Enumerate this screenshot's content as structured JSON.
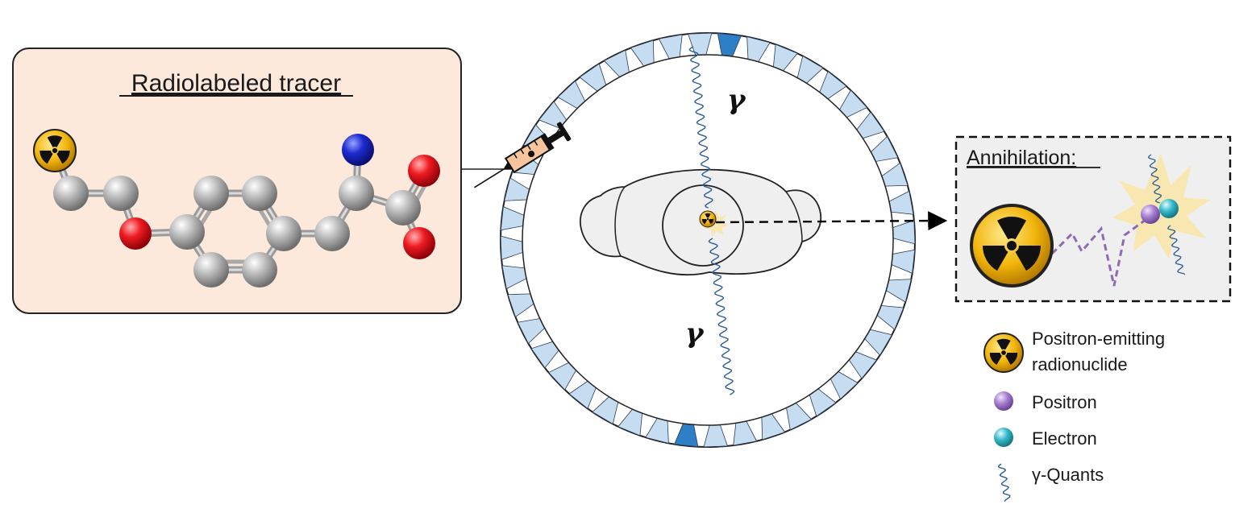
{
  "tracer_box": {
    "title": "Radiolabeled tracer",
    "fill_color": "#fce9dc"
  },
  "scanner": {
    "gamma_top": "γ",
    "gamma_bottom": "γ",
    "detector_color": "#c6dcf0",
    "active_detector_color": "#2f7fc6"
  },
  "annihilation_box": {
    "title": "Annihilation:",
    "fill_color": "#efefef"
  },
  "legend": [
    {
      "icon": "radionuclide-icon",
      "line1": "Positron-emitting",
      "line2": "radionuclide"
    },
    {
      "icon": "positron-icon",
      "line1": "Positron",
      "line2": ""
    },
    {
      "icon": "electron-icon",
      "line1": "Electron",
      "line2": ""
    },
    {
      "icon": "gamma-wave-icon",
      "line1": "γ-Quants",
      "line2": ""
    }
  ],
  "colors": {
    "carbon": "#9e9e9e",
    "oxygen": "#e8101a",
    "nitrogen": "#1c25c8",
    "positron": "#a67fd0",
    "electron": "#35b8c8",
    "gamma_wave": "#2c5d96",
    "burst": "#f8e7b0",
    "radiation_yellow": "#f2b50c"
  }
}
